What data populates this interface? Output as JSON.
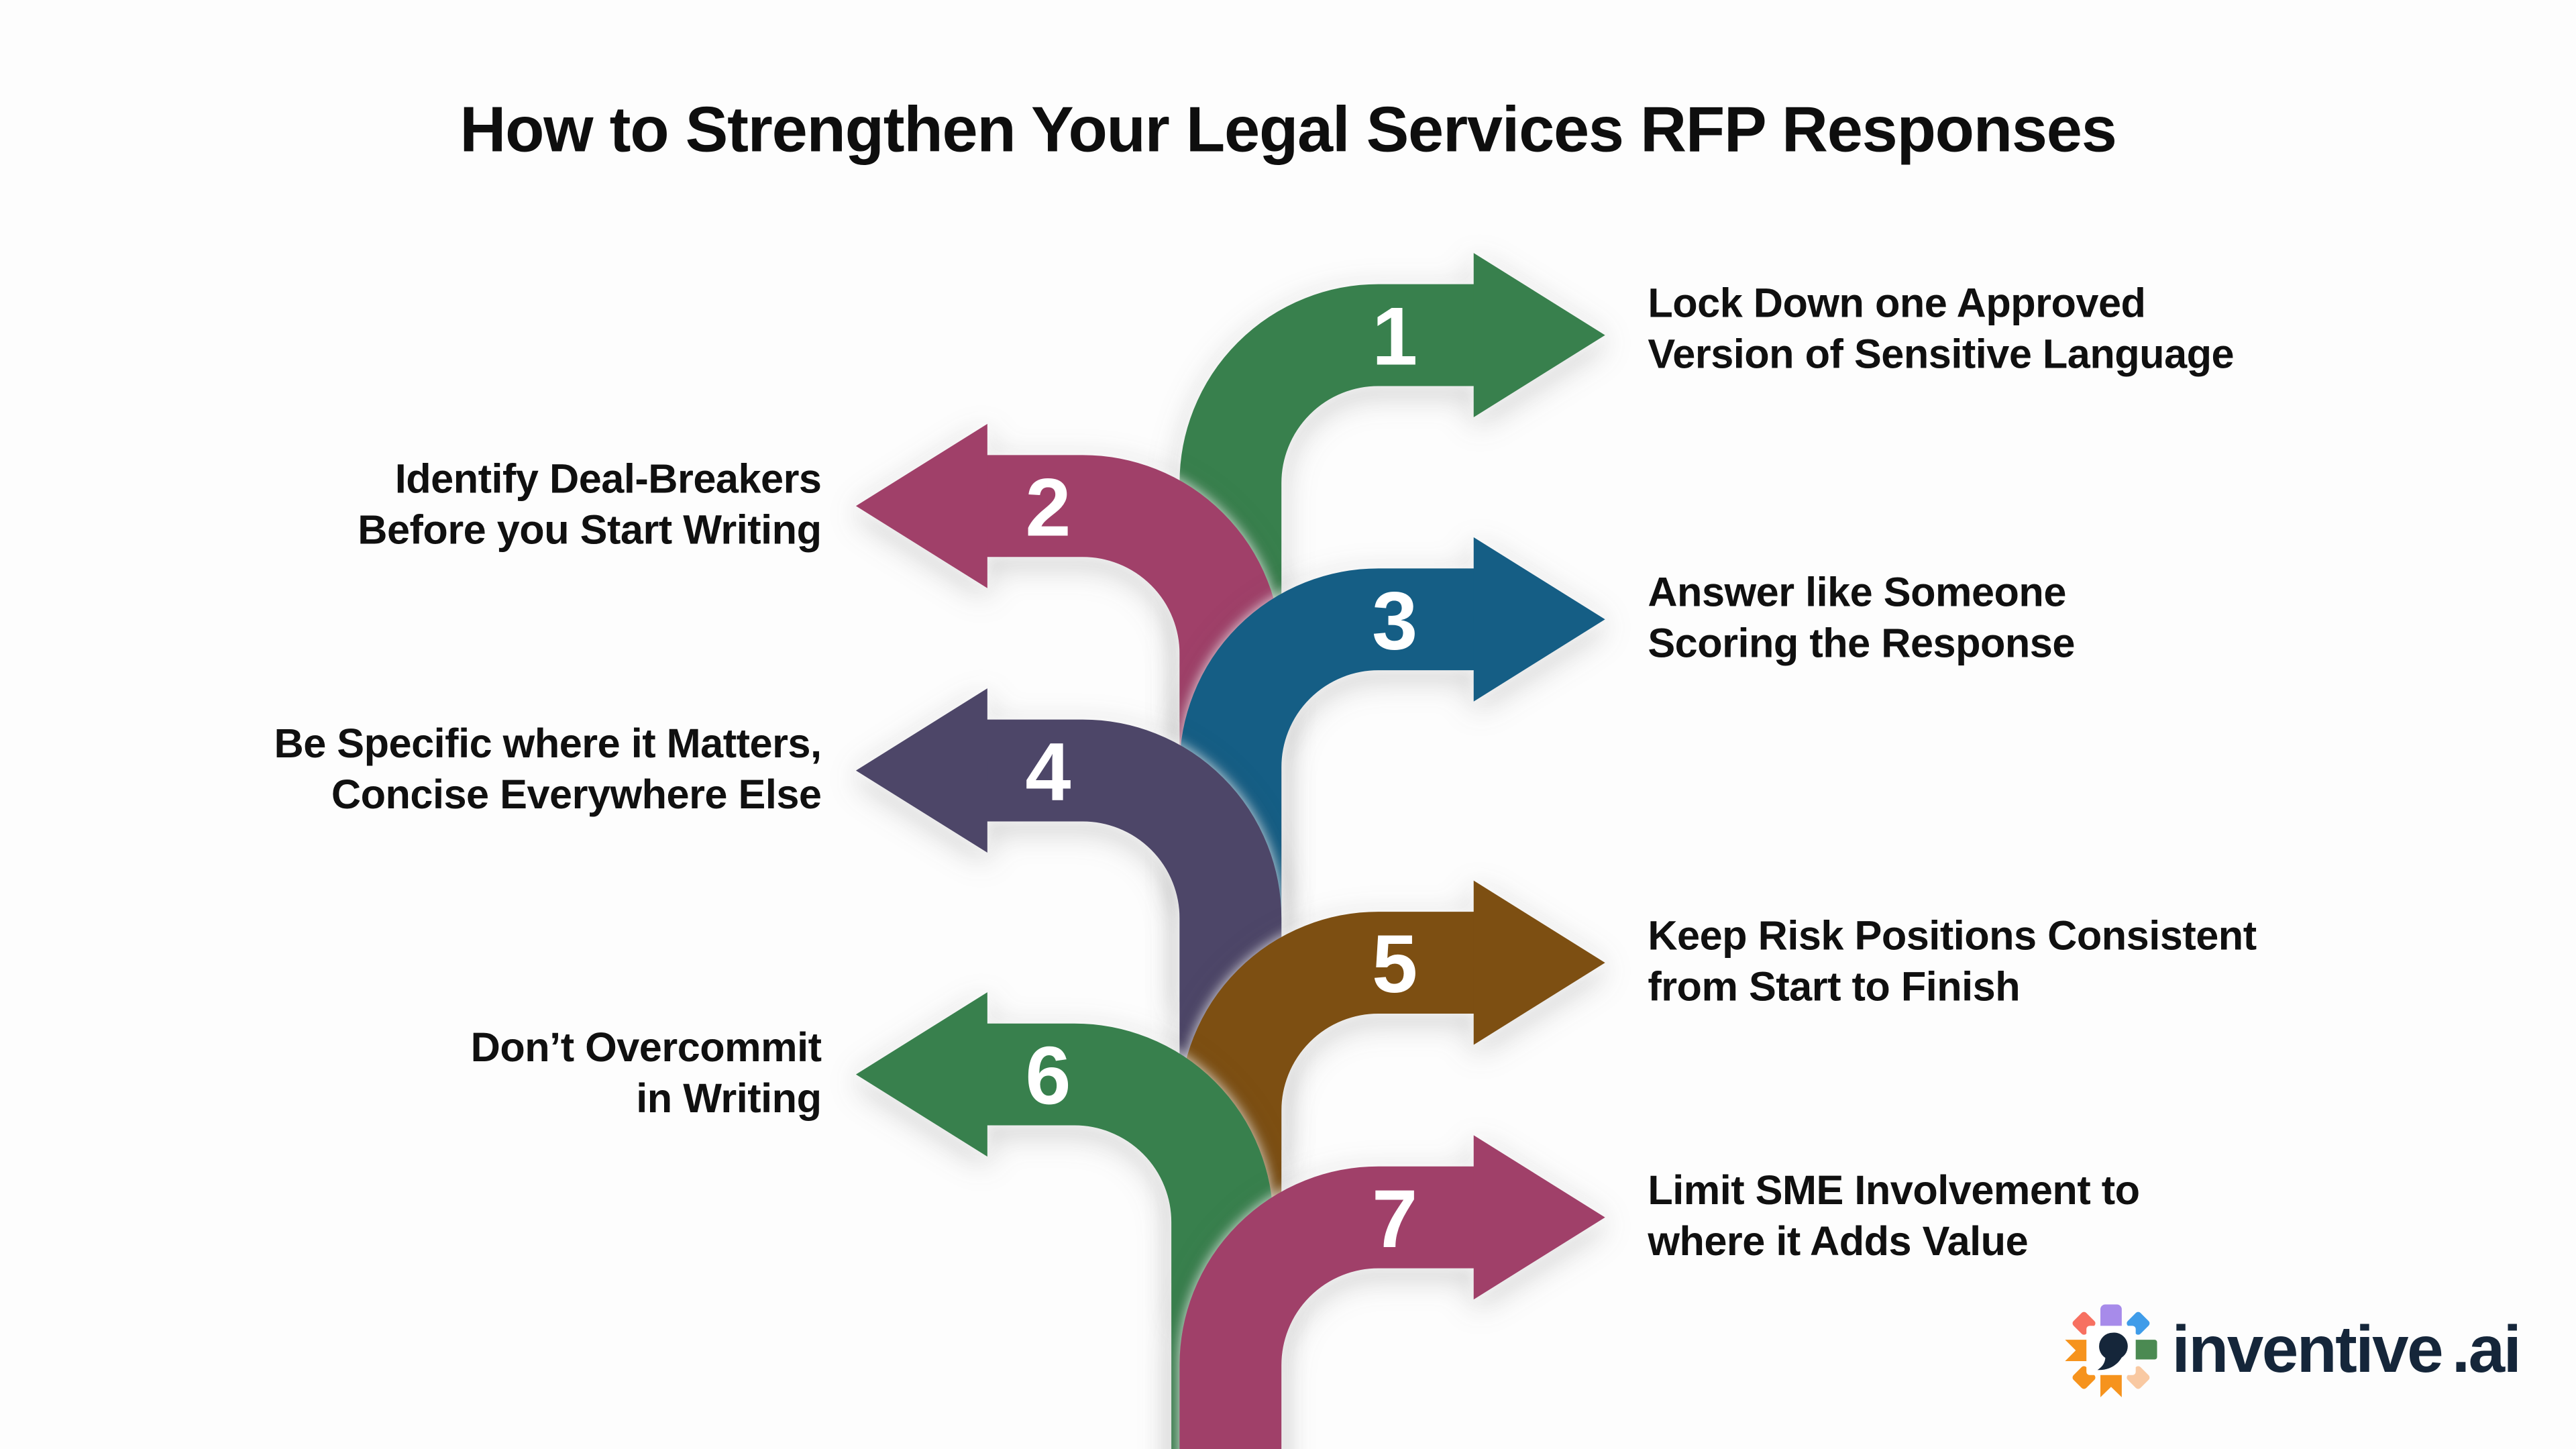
{
  "title": "How to Strengthen Your Legal Services RFP Responses",
  "steps": [
    {
      "number": "1",
      "direction": "right",
      "color": "#38804d",
      "label": "Lock Down one Approved\nVersion of Sensitive Language"
    },
    {
      "number": "2",
      "direction": "left",
      "color": "#a04069",
      "label": "Identify Deal-Breakers\nBefore you Start Writing"
    },
    {
      "number": "3",
      "direction": "right",
      "color": "#155e85",
      "label": "Answer like Someone\nScoring the Response"
    },
    {
      "number": "4",
      "direction": "left",
      "color": "#4d4668",
      "label": "Be Specific where it Matters,\nConcise Everywhere Else"
    },
    {
      "number": "5",
      "direction": "right",
      "color": "#7d4f12",
      "label": "Keep Risk Positions Consistent\nfrom Start to Finish"
    },
    {
      "number": "6",
      "direction": "left",
      "color": "#38804d",
      "label": "Don’t Overcommit\nin Writing"
    },
    {
      "number": "7",
      "direction": "right",
      "color": "#a04069",
      "label": "Limit SME Involvement to\nwhere it Adds Value"
    }
  ],
  "colors": {
    "background": "#fdfdfd",
    "title_text": "#0e0e0e",
    "label_text": "#101010",
    "number_text": "#ffffff"
  },
  "logo": {
    "brand": "inventive",
    "suffix": ".ai",
    "text_color": "#15263a",
    "petals": {
      "top": "#a78bea",
      "top_right": "#3f9ce9",
      "right": "#4b8a52",
      "bottom_right": "#f9c9a2",
      "bottom": "#f6931d",
      "bottom_left": "#f6931d",
      "left": "#f6931d",
      "top_left": "#f77061",
      "mark": "#15263a",
      "center_bg": "#ffffff"
    }
  }
}
